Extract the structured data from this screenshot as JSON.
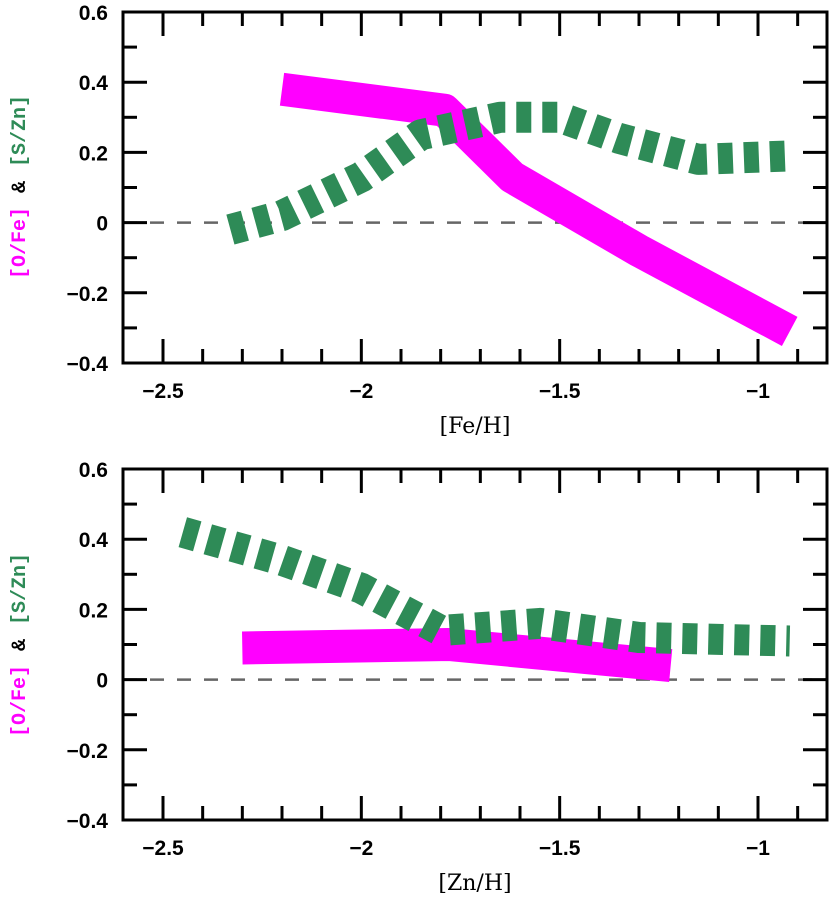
{
  "chart_data": [
    {
      "type": "line",
      "panel": "top",
      "title": "",
      "xlabel": "[Fe/H]",
      "ylabel": "[O/Fe] & [S/Zn]",
      "ylabel_parts": [
        {
          "text": "[O/Fe]",
          "color": "#ff00ff"
        },
        {
          "text": "&",
          "color": "#000000"
        },
        {
          "text": "[S/Zn]",
          "color": "#2e8b57"
        }
      ],
      "xlim": [
        -2.6,
        -0.83
      ],
      "ylim": [
        -0.4,
        0.6
      ],
      "xticks": [
        -2.5,
        -2,
        -1.5,
        -1
      ],
      "xtick_labels": [
        "−2.5",
        "−2",
        "−1.5",
        "−1"
      ],
      "yticks": [
        -0.4,
        -0.2,
        0,
        0.2,
        0.4,
        0.6
      ],
      "ytick_labels": [
        "−0.4",
        "−0.2",
        "0",
        "0.2",
        "0.4",
        "0.6"
      ],
      "grid": false,
      "reference_line": {
        "y": 0,
        "style": "dashed",
        "color": "#666666"
      },
      "series": [
        {
          "name": "[O/Fe]",
          "color": "#ff00ff",
          "style": "solid thick band",
          "x": [
            -2.2,
            -1.79,
            -1.62,
            -1.3,
            -0.92
          ],
          "y": [
            0.38,
            0.32,
            0.13,
            -0.08,
            -0.31
          ]
        },
        {
          "name": "[S/Zn]",
          "color": "#2e8b57",
          "style": "dashed thick band",
          "x": [
            -2.33,
            -2.2,
            -2.0,
            -1.85,
            -1.65,
            -1.5,
            -1.35,
            -1.15,
            -0.92
          ],
          "y": [
            -0.02,
            0.02,
            0.13,
            0.25,
            0.3,
            0.3,
            0.24,
            0.18,
            0.19
          ]
        }
      ]
    },
    {
      "type": "line",
      "panel": "bottom",
      "title": "",
      "xlabel": "[Zn/H]",
      "ylabel": "[O/Fe] & [S/Zn]",
      "ylabel_parts": [
        {
          "text": "[O/Fe]",
          "color": "#ff00ff"
        },
        {
          "text": "&",
          "color": "#000000"
        },
        {
          "text": "[S/Zn]",
          "color": "#2e8b57"
        }
      ],
      "xlim": [
        -2.6,
        -0.83
      ],
      "ylim": [
        -0.4,
        0.6
      ],
      "xticks": [
        -2.5,
        -2,
        -1.5,
        -1
      ],
      "xtick_labels": [
        "−2.5",
        "−2",
        "−1.5",
        "−1"
      ],
      "yticks": [
        -0.4,
        -0.2,
        0,
        0.2,
        0.4,
        0.6
      ],
      "ytick_labels": [
        "−0.4",
        "−0.2",
        "0",
        "0.2",
        "0.4",
        "0.6"
      ],
      "grid": false,
      "reference_line": {
        "y": 0,
        "style": "dashed",
        "color": "#666666"
      },
      "series": [
        {
          "name": "[O/Fe]",
          "color": "#ff00ff",
          "style": "solid thick band",
          "x": [
            -2.3,
            -1.78,
            -1.22
          ],
          "y": [
            0.09,
            0.1,
            0.04
          ]
        },
        {
          "name": "[S/Zn]",
          "color": "#2e8b57",
          "style": "dashed thick band",
          "x": [
            -2.45,
            -2.2,
            -2.0,
            -1.8,
            -1.55,
            -1.3,
            -0.92
          ],
          "y": [
            0.42,
            0.34,
            0.26,
            0.14,
            0.16,
            0.12,
            0.11
          ]
        }
      ]
    }
  ]
}
